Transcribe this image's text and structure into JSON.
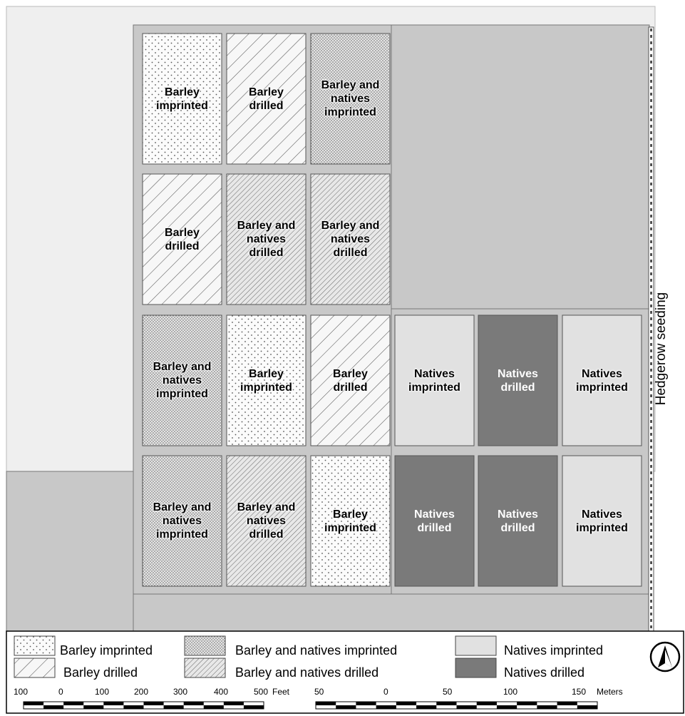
{
  "plots": [
    {
      "row": 0,
      "col": 0,
      "treatment": "barley_imprinted",
      "label": "Barley\nimprinted"
    },
    {
      "row": 0,
      "col": 1,
      "treatment": "barley_drilled",
      "label": "Barley\ndrilled"
    },
    {
      "row": 0,
      "col": 2,
      "treatment": "barley_natives_imprinted",
      "label": "Barley and\nnatives\nimprinted"
    },
    {
      "row": 1,
      "col": 0,
      "treatment": "barley_drilled",
      "label": "Barley\ndrilled"
    },
    {
      "row": 1,
      "col": 1,
      "treatment": "barley_natives_drilled",
      "label": "Barley and\nnatives\ndrilled"
    },
    {
      "row": 1,
      "col": 2,
      "treatment": "barley_natives_drilled",
      "label": "Barley and\nnatives\ndrilled"
    },
    {
      "row": 2,
      "col": 0,
      "treatment": "barley_natives_imprinted",
      "label": "Barley and\nnatives\nimprinted"
    },
    {
      "row": 2,
      "col": 1,
      "treatment": "barley_imprinted",
      "label": "Barley\nimprinted"
    },
    {
      "row": 2,
      "col": 2,
      "treatment": "barley_drilled",
      "label": "Barley\ndrilled"
    },
    {
      "row": 2,
      "col": 3,
      "treatment": "natives_imprinted",
      "label": "Natives\nimprinted"
    },
    {
      "row": 2,
      "col": 4,
      "treatment": "natives_drilled",
      "label": "Natives\ndrilled"
    },
    {
      "row": 2,
      "col": 5,
      "treatment": "natives_imprinted",
      "label": "Natives\nimprinted"
    },
    {
      "row": 3,
      "col": 0,
      "treatment": "barley_natives_imprinted",
      "label": "Barley and\nnatives\nimprinted"
    },
    {
      "row": 3,
      "col": 1,
      "treatment": "barley_natives_drilled",
      "label": "Barley and\nnatives\ndrilled"
    },
    {
      "row": 3,
      "col": 2,
      "treatment": "barley_imprinted",
      "label": "Barley\nimprinted"
    },
    {
      "row": 3,
      "col": 3,
      "treatment": "natives_drilled",
      "label": "Natives\ndrilled"
    },
    {
      "row": 3,
      "col": 4,
      "treatment": "natives_drilled",
      "label": "Natives\ndrilled"
    },
    {
      "row": 3,
      "col": 5,
      "treatment": "natives_imprinted",
      "label": "Natives\nimprinted"
    }
  ],
  "hedgerow_label": "Hedgerow seeding",
  "legend": [
    {
      "treatment": "barley_imprinted",
      "label": "Barley imprinted"
    },
    {
      "treatment": "barley_natives_imprinted",
      "label": "Barley and natives imprinted"
    },
    {
      "treatment": "natives_imprinted",
      "label": "Natives imprinted"
    },
    {
      "treatment": "barley_drilled",
      "label": "Barley drilled"
    },
    {
      "treatment": "barley_natives_drilled",
      "label": "Barley and natives drilled"
    },
    {
      "treatment": "natives_drilled",
      "label": "Natives drilled"
    }
  ],
  "scale_feet": {
    "ticks": [
      "100",
      "0",
      "100",
      "200",
      "300",
      "400",
      "500"
    ],
    "unit": "Feet"
  },
  "scale_meters": {
    "ticks": [
      "50",
      "0",
      "50",
      "100",
      "150"
    ],
    "unit": "Meters"
  },
  "colors": {
    "field": "#c8c8c8",
    "background_field": "#efefef",
    "natives_imprinted": "#e1e1e1",
    "natives_drilled": "#7a7a7a",
    "plot_base": "#f4f4f4"
  },
  "north_arrow": "north-arrow-icon"
}
